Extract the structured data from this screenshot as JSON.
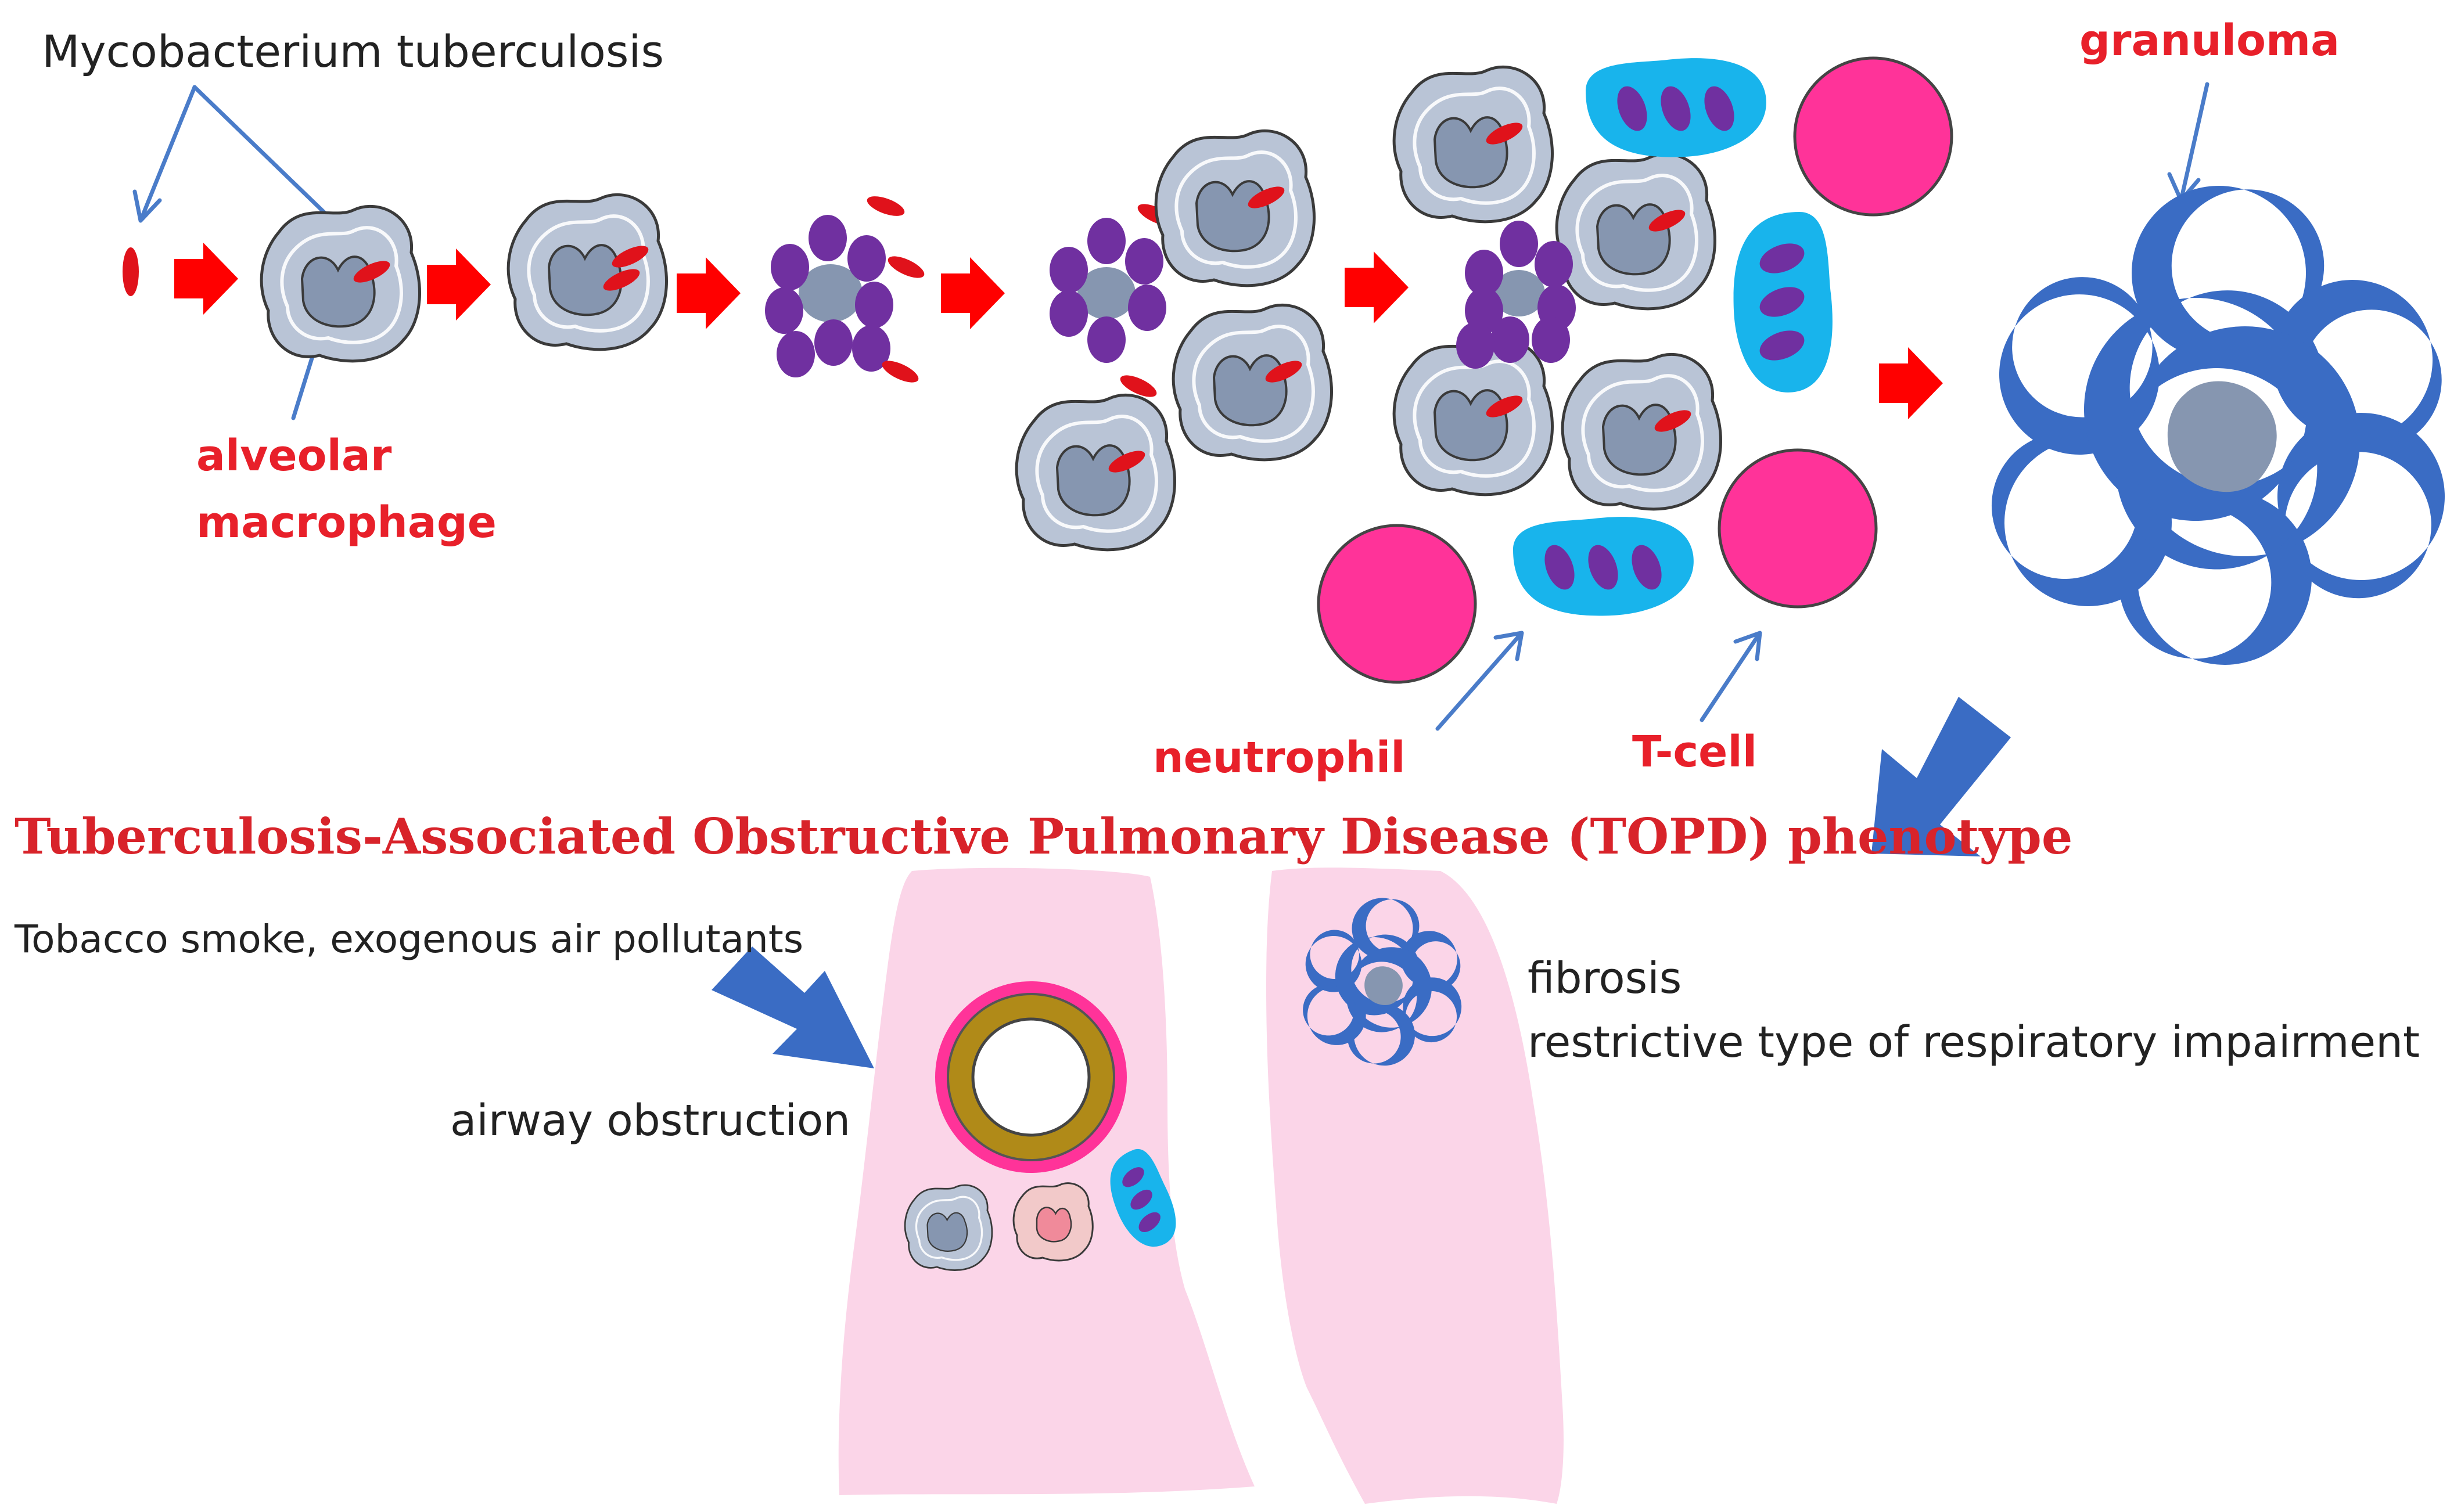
{
  "labels": {
    "mycobacterium": "Mycobacterium tuberculosis",
    "alveolar_line1": "alveolar",
    "alveolar_line2": "macrophage",
    "granuloma": "granuloma",
    "neutrophil": "neutrophil",
    "tcell": "T-cell",
    "topd_title": "Tuberculosis-Associated Obstructive Pulmonary Disease (TOPD) phenotype",
    "tobacco": "Tobacco smoke, exogenous air pollutants",
    "airway": "airway obstruction",
    "fibrosis": "fibrosis",
    "restrictive": "restrictive type of respiratory impairment"
  },
  "colors": {
    "label_red": "#e8202a",
    "bacterium_red": "#e0121b",
    "arrow_red": "#ff0000",
    "pointer_blue": "#4a7cc9",
    "macrophage_fill": "#b9c4d6",
    "nucleus_fill": "#8696b0",
    "purple": "#7030a0",
    "tcell_cyan": "#18b4ec",
    "neutrophil_pink": "#ff3399",
    "granuloma_blue": "#3a6cc4",
    "lung_pink": "#fbd5e8",
    "airway_gold": "#b08a18"
  }
}
